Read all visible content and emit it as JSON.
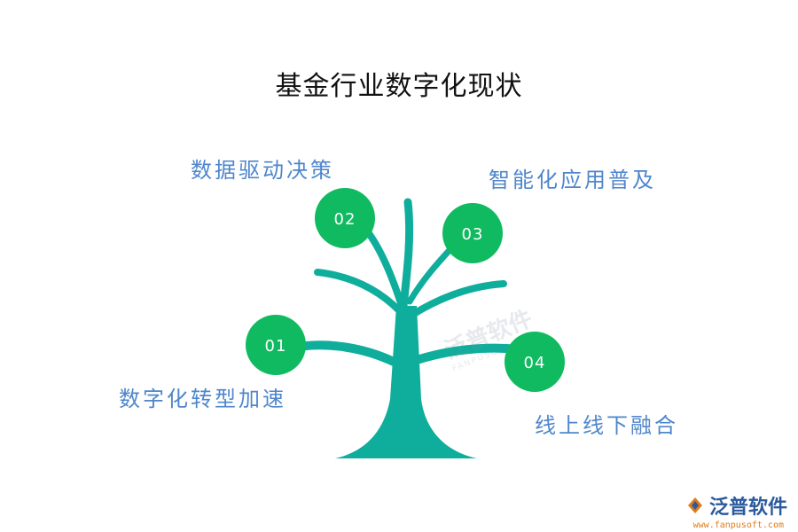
{
  "title": "基金行业数字化现状",
  "nodes": [
    {
      "number": "01",
      "label": "数字化转型加速"
    },
    {
      "number": "02",
      "label": "数据驱动决策"
    },
    {
      "number": "03",
      "label": "智能化应用普及"
    },
    {
      "number": "04",
      "label": "线上线下融合"
    }
  ],
  "colors": {
    "trunk": "#0fae9c",
    "node": "#10ba60",
    "label": "#4f86cc",
    "title": "#111111"
  },
  "watermark": {
    "text": "泛普软件",
    "sub": "FANPUSOFT"
  },
  "logo": {
    "name": "泛普软件",
    "url": "www.fanpusoft.com"
  }
}
